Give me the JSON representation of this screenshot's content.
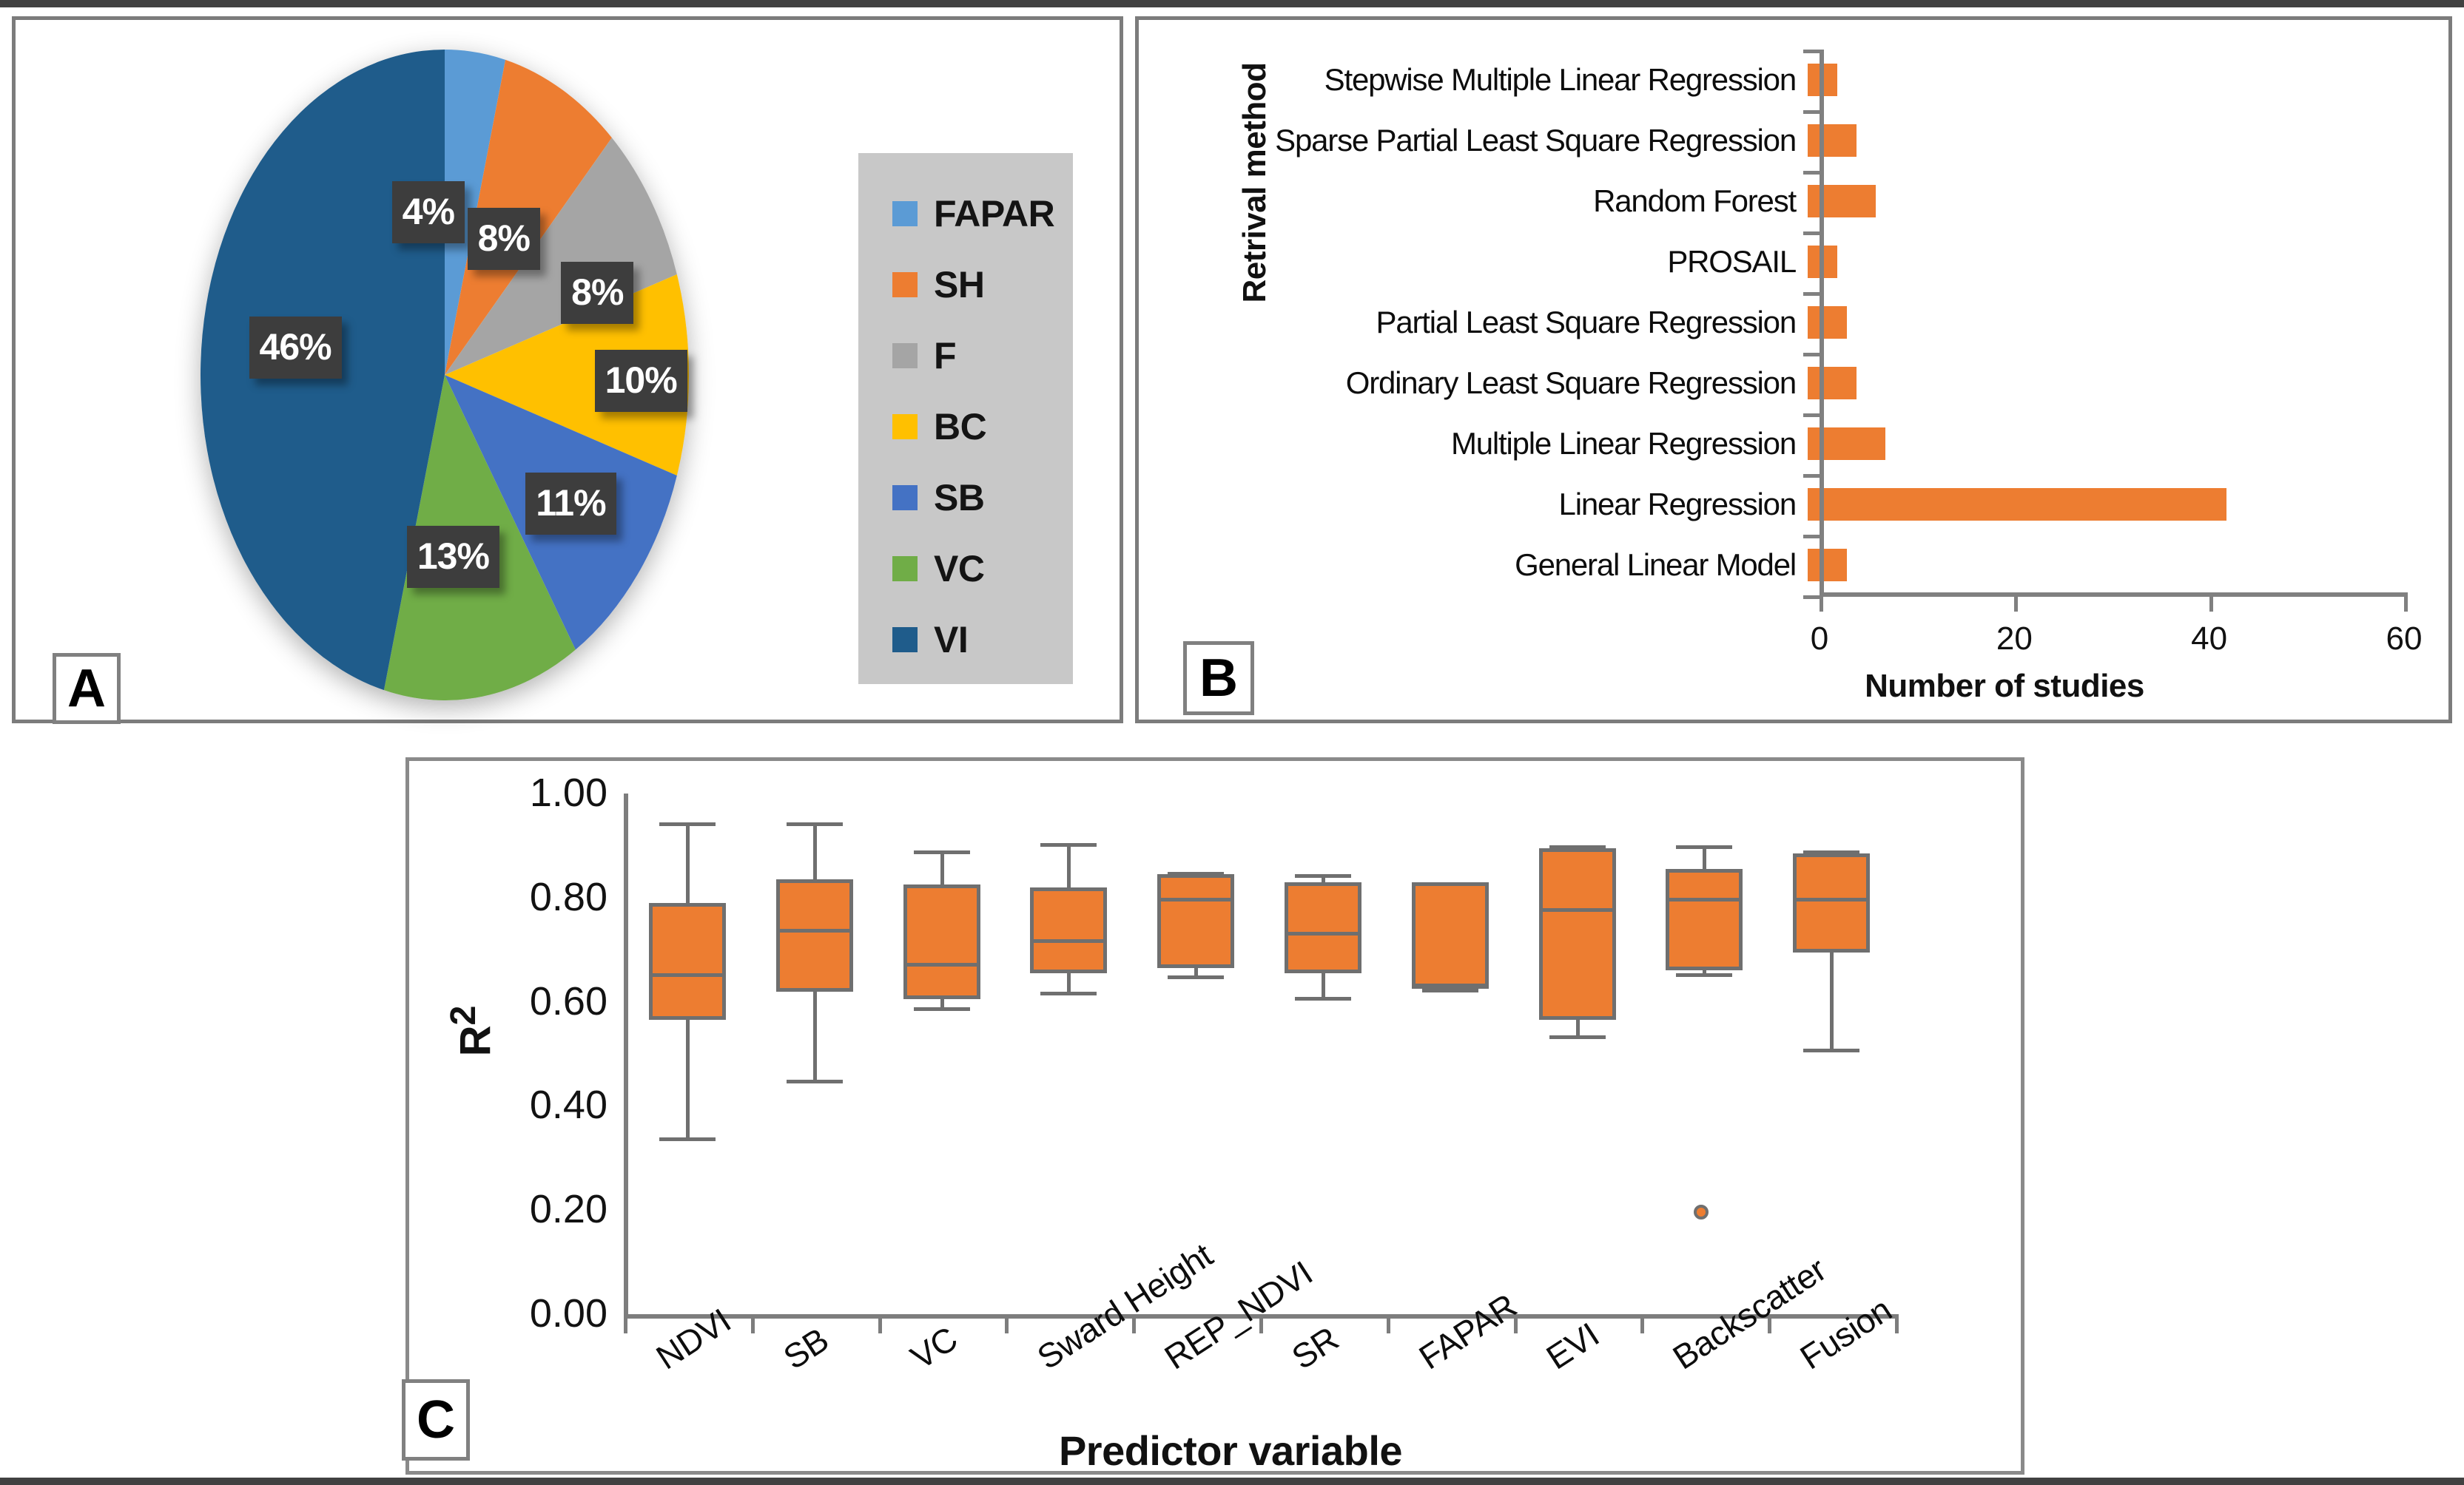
{
  "figure": {
    "panels": [
      {
        "tag": "A",
        "type": "pie"
      },
      {
        "tag": "B",
        "type": "bar"
      },
      {
        "tag": "C",
        "type": "boxplot"
      }
    ]
  },
  "panel_a": {
    "tag": "A",
    "legend_title": "",
    "legend": [
      {
        "label": "FAPAR",
        "color": "#5B9BD5"
      },
      {
        "label": "SH",
        "color": "#ED7D31"
      },
      {
        "label": "F",
        "color": "#A5A5A5"
      },
      {
        "label": "BC",
        "color": "#FFC000"
      },
      {
        "label": "SB",
        "color": "#4472C4"
      },
      {
        "label": "VC",
        "color": "#70AD47"
      },
      {
        "label": "VI",
        "color": "#1F5C8B"
      }
    ],
    "slice_labels": [
      "4%",
      "8%",
      "8%",
      "10%",
      "11%",
      "13%",
      "46%"
    ]
  },
  "panel_b": {
    "tag": "B",
    "ylabel": "Retrival method",
    "xlabel": "Number of studies"
  },
  "panel_c": {
    "tag": "C",
    "ylabel": "R2",
    "ylabel_base": "R",
    "ylabel_sup": "2",
    "xlabel": "Predictor variable"
  },
  "chart_data": [
    {
      "type": "pie",
      "title": "",
      "panel": "A",
      "legend_position": "right",
      "labels": [
        "FAPAR",
        "SH",
        "F",
        "BC",
        "SB",
        "VC",
        "VI"
      ],
      "values": [
        4,
        8,
        8,
        10,
        11,
        13,
        46
      ],
      "value_labels": [
        "4%",
        "8%",
        "8%",
        "10%",
        "11%",
        "13%",
        "46%"
      ],
      "colors": [
        "#5B9BD5",
        "#ED7D31",
        "#A5A5A5",
        "#FFC000",
        "#4472C4",
        "#70AD47",
        "#1F5C8B"
      ],
      "units": "percent",
      "start_angle_deg": 0,
      "direction": "clockwise"
    },
    {
      "type": "bar",
      "panel": "B",
      "orientation": "horizontal",
      "title": "",
      "xlabel": "Number of studies",
      "ylabel": "Retrival method",
      "xlim": [
        0,
        60
      ],
      "xticks": [
        0,
        20,
        40,
        60
      ],
      "grid": false,
      "bar_color": "#ED7D31",
      "categories": [
        "Stepwise Multiple Linear Regression",
        "Sparse Partial Least Square Regression",
        "Random Forest",
        "PROSAIL",
        "Partial Least Square Regression",
        "Ordinary Least Square Regression",
        "Multiple Linear Regression",
        "Linear Regression",
        "General Linear Model"
      ],
      "values": [
        3,
        5,
        7,
        3,
        4,
        5,
        8,
        43,
        4
      ]
    },
    {
      "type": "boxplot",
      "panel": "C",
      "title": "",
      "xlabel": "Predictor variable",
      "ylabel": "R2",
      "ylim": [
        0.0,
        1.0
      ],
      "yticks": [
        0.0,
        0.2,
        0.4,
        0.6,
        0.8,
        1.0
      ],
      "ytick_labels": [
        "0.00",
        "0.20",
        "0.40",
        "0.60",
        "0.80",
        "1.00"
      ],
      "grid": false,
      "box_color": "#ED7D31",
      "line_color": "#6F6F6F",
      "categories": [
        "NDVI",
        "SB",
        "VC",
        "Sward Height",
        "REP_NDVI",
        "SR",
        "FAPAR",
        "EVI",
        "Backscatter",
        "Fusion"
      ],
      "boxes": [
        {
          "category": "NDVI",
          "whisker_low": 0.34,
          "q1": 0.565,
          "median": 0.655,
          "q3": 0.79,
          "whisker_high": 0.945,
          "outliers": []
        },
        {
          "category": "SB",
          "whisker_low": 0.45,
          "q1": 0.62,
          "median": 0.74,
          "q3": 0.835,
          "whisker_high": 0.945,
          "outliers": []
        },
        {
          "category": "VC",
          "whisker_low": 0.59,
          "q1": 0.605,
          "median": 0.675,
          "q3": 0.825,
          "whisker_high": 0.89,
          "outliers": []
        },
        {
          "category": "Sward Height",
          "whisker_low": 0.62,
          "q1": 0.655,
          "median": 0.72,
          "q3": 0.82,
          "whisker_high": 0.905,
          "outliers": []
        },
        {
          "category": "REP_NDVI",
          "whisker_low": 0.65,
          "q1": 0.665,
          "median": 0.8,
          "q3": 0.845,
          "whisker_high": 0.85,
          "outliers": []
        },
        {
          "category": "SR",
          "whisker_low": 0.61,
          "q1": 0.655,
          "median": 0.735,
          "q3": 0.83,
          "whisker_high": 0.845,
          "outliers": []
        },
        {
          "category": "FAPAR",
          "whisker_low": 0.625,
          "q1": 0.625,
          "median": 0.635,
          "q3": 0.83,
          "whisker_high": 0.83,
          "outliers": []
        },
        {
          "category": "EVI",
          "whisker_low": 0.535,
          "q1": 0.565,
          "median": 0.78,
          "q3": 0.895,
          "whisker_high": 0.9,
          "outliers": []
        },
        {
          "category": "Backscatter",
          "whisker_low": 0.655,
          "q1": 0.66,
          "median": 0.8,
          "q3": 0.855,
          "whisker_high": 0.9,
          "outliers": [
            0.19
          ]
        },
        {
          "category": "Fusion",
          "whisker_low": 0.51,
          "q1": 0.695,
          "median": 0.8,
          "q3": 0.885,
          "whisker_high": 0.89,
          "outliers": []
        }
      ]
    }
  ]
}
